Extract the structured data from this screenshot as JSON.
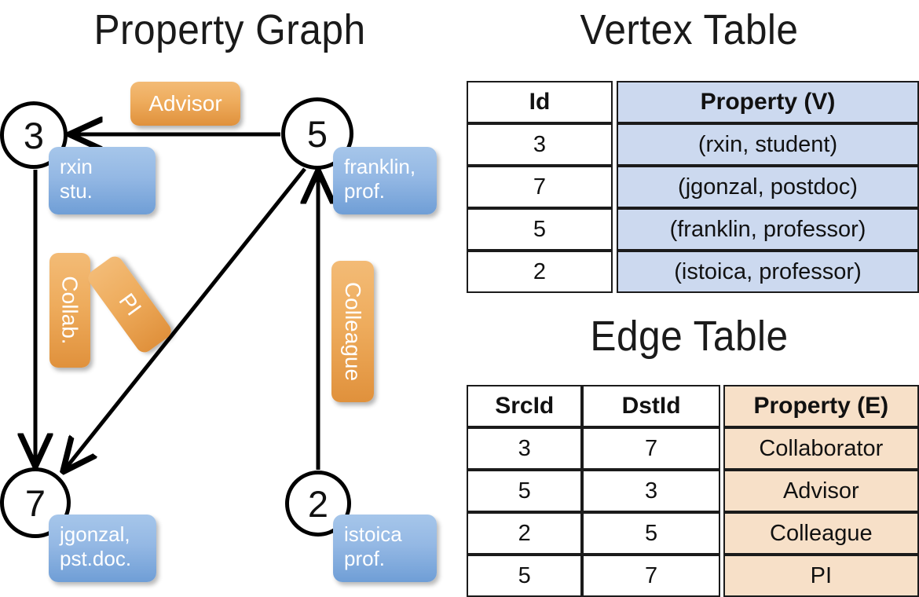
{
  "titles": {
    "property_graph": "Property Graph",
    "vertex_table": "Vertex Table",
    "edge_table": "Edge Table"
  },
  "graph": {
    "nodes": [
      {
        "id": "3",
        "property_line1": "rxin",
        "property_line2": "stu."
      },
      {
        "id": "5",
        "property_line1": "franklin,",
        "property_line2": "prof."
      },
      {
        "id": "7",
        "property_line1": "jgonzal,",
        "property_line2": "pst.doc."
      },
      {
        "id": "2",
        "property_line1": "istoica",
        "property_line2": "prof."
      }
    ],
    "edge_labels": {
      "advisor": "Advisor",
      "collab": "Collab.",
      "pi": "PI",
      "colleague": "Colleague"
    },
    "edges": [
      {
        "src": "5",
        "dst": "3",
        "label": "Advisor"
      },
      {
        "src": "3",
        "dst": "7",
        "label": "Collab."
      },
      {
        "src": "5",
        "dst": "7",
        "label": "PI"
      },
      {
        "src": "2",
        "dst": "5",
        "label": "Colleague"
      }
    ]
  },
  "vertex_table": {
    "headers": [
      "Id",
      "Property (V)"
    ],
    "rows": [
      {
        "id": "3",
        "property": "(rxin, student)"
      },
      {
        "id": "7",
        "property": "(jgonzal, postdoc)"
      },
      {
        "id": "5",
        "property": "(franklin, professor)"
      },
      {
        "id": "2",
        "property": "(istoica, professor)"
      }
    ]
  },
  "edge_table": {
    "headers": [
      "SrcId",
      "DstId",
      "Property (E)"
    ],
    "rows": [
      {
        "src": "3",
        "dst": "7",
        "property": "Collaborator"
      },
      {
        "src": "5",
        "dst": "3",
        "property": "Advisor"
      },
      {
        "src": "2",
        "dst": "5",
        "property": "Colleague"
      },
      {
        "src": "5",
        "dst": "7",
        "property": "PI"
      }
    ]
  },
  "colors": {
    "vertex_property_fill": "#ccd9ef",
    "edge_property_fill": "#f7e0c8",
    "node_callout_blue": "#94b8e4",
    "edge_label_orange": "#eeac5d",
    "stroke": "#1b1b1b",
    "background": "#ffffff"
  }
}
